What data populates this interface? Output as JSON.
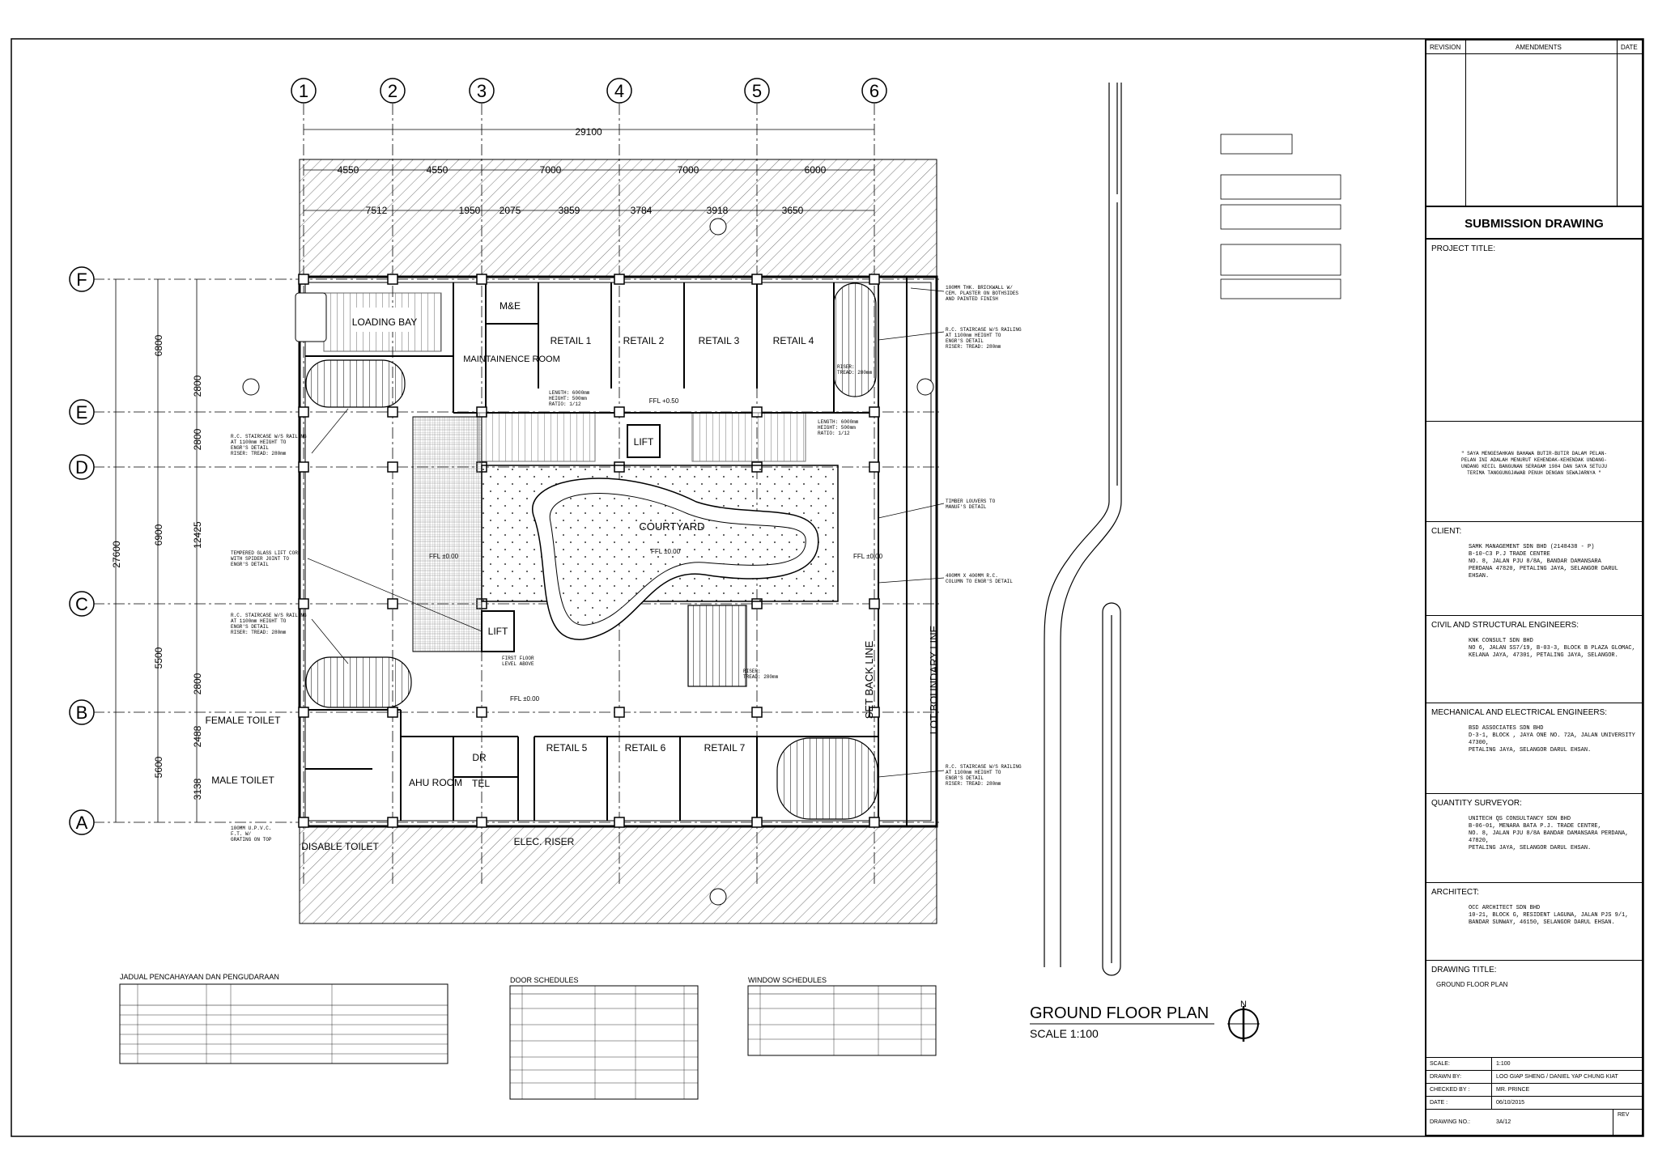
{
  "grid": {
    "columns": [
      "1",
      "2",
      "3",
      "4",
      "5",
      "6"
    ],
    "rows": [
      "F",
      "E",
      "D",
      "C",
      "B",
      "A"
    ]
  },
  "dimensions": {
    "overall_width": "29100",
    "bays_top": [
      "4550",
      "4550",
      "7000",
      "7000",
      "6000"
    ],
    "bays_secondary": [
      "7512",
      "1950",
      "2075",
      "3859",
      "3784",
      "3918",
      "3650"
    ],
    "overall_depth": "27600",
    "left_outer": [
      "6800",
      "6900",
      "5500",
      "5600"
    ],
    "left_mid": [
      "2800",
      "2800",
      "12425",
      "2800",
      "2488",
      "3138"
    ]
  },
  "rooms": {
    "loading_bay": "LOADING BAY",
    "me": "M&E",
    "maintenance": "MAINTAINENCE ROOM",
    "retail_1": "RETAIL 1",
    "retail_2": "RETAIL 2",
    "retail_3": "RETAIL 3",
    "retail_4": "RETAIL 4",
    "retail_5": "RETAIL 5",
    "retail_6": "RETAIL 6",
    "retail_7": "RETAIL 7",
    "lift": "LIFT",
    "courtyard": "COURTYARD",
    "female_toilet": "FEMALE TOILET",
    "male_toilet": "MALE TOILET",
    "disable_toilet": "DISABLE TOILET",
    "ahu_room": "AHU ROOM",
    "dr": "DR",
    "tel": "TEL",
    "elec_riser": "ELEC. RISER",
    "set_back_line": "SET BACK LINE",
    "lot_boundary_line": "LOT BOUNDARY LINE",
    "first_floor": "FIRST FLOOR\nLEVEL ABOVE",
    "ffl_050": "FFL +0.50",
    "ffl_000": "FFL ±0.00"
  },
  "notes": {
    "brickwall": "100MM THK. BRICKWALL W/\nCEM. PLASTER ON BOTHSIDES\nAND PAINTED FINISH",
    "staircase_1": "R.C. STAIRCASE W/S RAILING\nAT 1100mm HEIGHT TO\nENGR'S DETAIL\nRISER: TREAD: 280mm",
    "staircase_2": "R.C. STAIRCASE W/S RAILING\nAT 1100mm HEIGHT TO\nENGR'S DETAIL\nRISER: TREAD: 280mm",
    "staircase_3": "R.C. STAIRCASE W/S RAILING\nAT 1100mm HEIGHT TO\nENGR'S DETAIL\nRISER: TREAD: 280mm",
    "staircase_4": "R.C. STAIRCASE W/S RAILING\nAT 1100mm HEIGHT TO\nENGR'S DETAIL\nRISER: TREAD: 280mm",
    "tempered_glass": "TEMPERED GLASS LIFT CORE\nWITH SPIDER JOINT TO\nENGR'S DETAIL",
    "timber_louvers": "TIMBER LOUVERS TO\nMANUF'S DETAIL",
    "rc_column": "400MM X 400MM R.C.\nCOLUMN TO ENGR'S DETAIL",
    "upvc": "100MM U.P.V.C.\nF.T. W/\nGRATING ON TOP",
    "ramp_1": "LENGTH: 6000mm\nHEIGHT: 500mm\nRATIO: 1/12",
    "ramp_2": "LENGTH: 6000mm\nHEIGHT: 500mm\nRATIO: 1/12",
    "riser_1": "RISER:\nTREAD: 280mm",
    "riser_2": "RISER:\nTREAD: 280mm"
  },
  "plan_title": {
    "title": "GROUND FLOOR PLAN",
    "scale": "SCALE 1:100",
    "north": "N"
  },
  "schedules": {
    "lighting_title": "JADUAL PENCAHAYAAN DAN PENGUDARAAN",
    "door_title": "DOOR SCHEDULES",
    "window_title": "WINDOW SCHEDULES"
  },
  "title_block": {
    "revision": "REVISION",
    "amendments": "AMENDMENTS",
    "date": "DATE",
    "submission": "SUBMISSION DRAWING",
    "project_title": "PROJECT TITLE:",
    "declaration": "\" SAYA MENGESAHKAN BAHAWA BUTIR-BUTIR DALAM PELAN-\nPELAN INI ADALAH MENURUT KEHENDAK-KEHENDAK UNDANG-\nUNDANG KECIL BANGUNAN SERAGAM 1984 DAN SAYA SETUJU\nTERIMA TANGGUNGJAWAB PENUH DENGAN SEWAJARNYA \"",
    "client_label": "CLIENT:",
    "client": "SAMK MANAGEMENT SDN BHD (2148438 - P)\nB-10-C3 P.J TRADE CENTRE\nNO. 8, JALAN PJU 8/8A, BANDAR DAMANSARA\nPERDANA 47820, PETALING JAYA, SELANGOR DARUL EHSAN.",
    "cs_label": "CIVIL AND STRUCTURAL ENGINEERS:",
    "cs": "KNK CONSULT SDN BHD\nNO 6, JALAN SS7/19, B-03-3, BLOCK B PLAZA GLOMAC,\nKELANA JAYA, 47301, PETALING JAYA, SELANGOR.",
    "me_label": "MECHANICAL AND ELECTRICAL ENGINEERS:",
    "me": "BSD ASSOCIATES SDN BHD\nD-3-1, BLOCK , JAYA ONE NO. 72A, JALAN UNIVERSITY 47300,\nPETALING JAYA, SELANGOR DARUL EHSAN.",
    "qs_label": "QUANTITY SURVEYOR:",
    "qs": "UNITECH QS CONSULTANCY SDN BHD\nB-06-01, MENARA BATA P.J. TRADE CENTRE,\nNO. 8, JALAN PJU 8/8A BANDAR DAMANSARA PERDANA, 47820,\nPETALING JAYA, SELANGOR DARUL EHSAN.",
    "architect_label": "ARCHITECT:",
    "architect": "OCC ARCHITECT SDN BHD\n10-21, BLOCK G, RESIDENT LAGUNA, JALAN PJS 9/1,\nBANDAR SUNWAY, 46150, SELANGOR DARUL EHSAN.",
    "drawing_title_label": "DRAWING TITLE:",
    "drawing_title": "GROUND FLOOR PLAN",
    "scale_label": "SCALE:",
    "scale": "1:100",
    "drawn_label": "DRAWN BY:",
    "drawn": "LOO GIAP SHENG / DANIEL YAP CHUNG KIAT",
    "checked_label": "CHECKED BY :",
    "checked": "MR. PRINCE",
    "date_label": "DATE :",
    "date_value": "06/10/2015",
    "drawing_no_label": "DRAWING NO.:",
    "drawing_no": "3A/12",
    "rev": "REV"
  }
}
